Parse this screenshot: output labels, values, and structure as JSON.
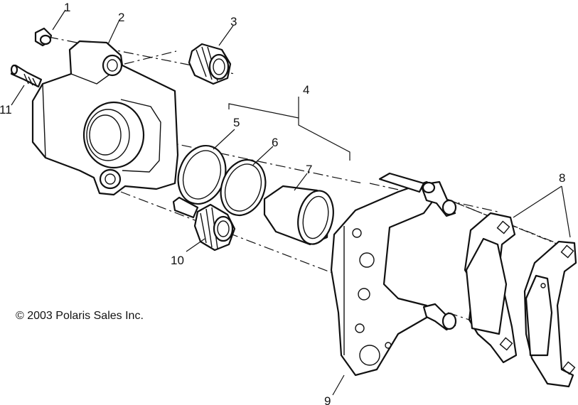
{
  "diagram": {
    "copyright": "© 2003 Polaris Sales Inc.",
    "callouts": [
      "1",
      "2",
      "3",
      "4",
      "5",
      "6",
      "7",
      "8",
      "9",
      "10",
      "11"
    ]
  },
  "colors": {
    "line": "#111111",
    "background": "#ffffff"
  }
}
